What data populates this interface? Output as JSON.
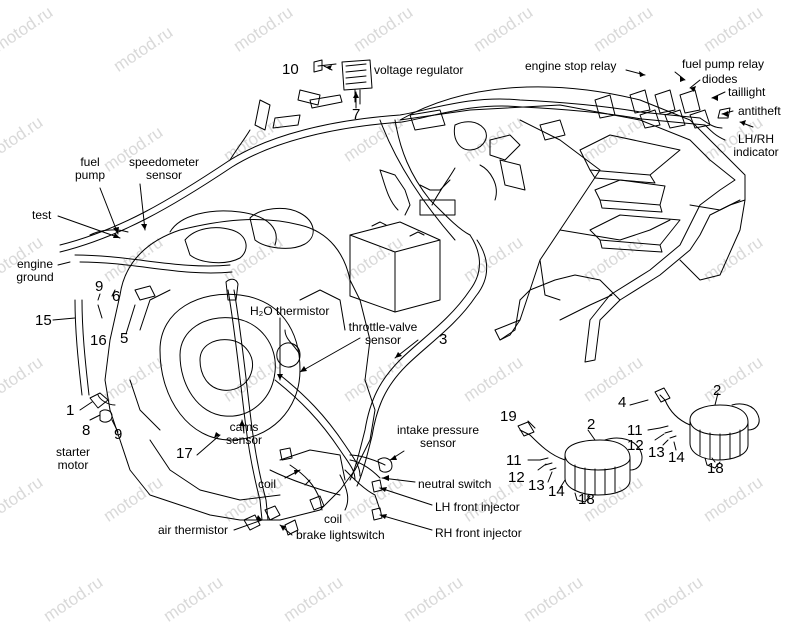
{
  "watermark": "motod.ru",
  "labels": {
    "voltage_regulator": "voltage regulator",
    "engine_stop_relay": "engine stop relay",
    "fuel_pump_relay": "fuel pump relay",
    "diodes": "diodes",
    "taillight": "taillight",
    "antitheft": "antitheft",
    "lh_rh_indicator": "LH/RH\nindicator",
    "fuel_pump": "fuel\npump",
    "speedometer_sensor": "speedometer\nsensor",
    "test": "test",
    "engine_ground": "engine\nground",
    "h2o_thermistor": "H₂O thermistor",
    "throttle_valve_sensor": "throttle-valve\nsensor",
    "cams_sensor": "cams\nsensor",
    "starter_motor": "starter\nmotor",
    "intake_pressure_sensor": "intake pressure\nsensor",
    "neutral_switch": "neutral switch",
    "lh_front_injector": "LH front injector",
    "rh_front_injector": "RH front injector",
    "coil_upper": "coil",
    "coil_lower": "coil",
    "air_thermistor": "air thermistor",
    "brake_lightswitch": "brake lightswitch"
  },
  "numbers": {
    "n10": "10",
    "n7": "7",
    "n3": "3",
    "n15": "15",
    "n16": "16",
    "n9a": "9",
    "n6": "6",
    "n5": "5",
    "n1": "1",
    "n8": "8",
    "n9b": "9",
    "n17": "17",
    "n19": "19",
    "n2a": "2",
    "n11a": "11",
    "n12a": "12",
    "n13a": "13",
    "n14a": "14",
    "n18a": "18",
    "n4": "4",
    "n2b": "2",
    "n11b": "11",
    "n12b": "12",
    "n13b": "13",
    "n14b": "14",
    "n18b": "18"
  },
  "colors": {
    "line": "#000000",
    "watermark": "#d9d9d9"
  }
}
